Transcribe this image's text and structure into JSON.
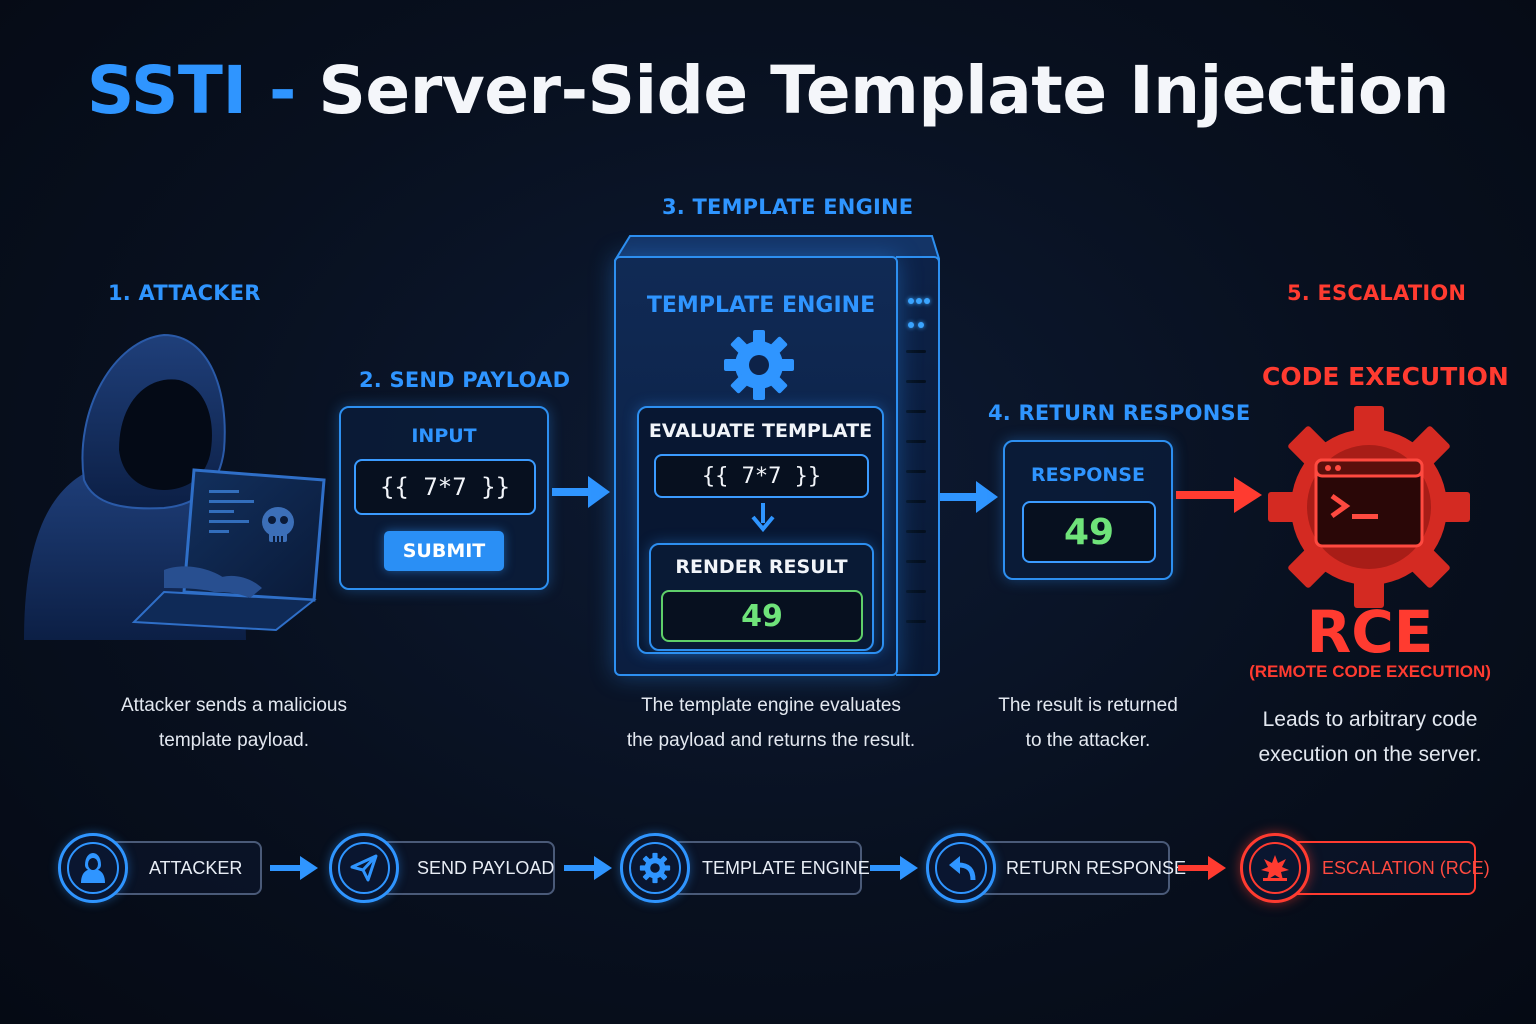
{
  "title": {
    "accent": "SSTI",
    "dash": "-",
    "main": "Server-Side Template Injection"
  },
  "steps": {
    "attacker": {
      "label": "1. ATTACKER",
      "caption_line1": "Attacker sends a malicious",
      "caption_line2": "template payload."
    },
    "payload": {
      "label": "2. SEND PAYLOAD",
      "panel_title": "INPUT",
      "input_value": "{{ 7*7 }}",
      "submit_label": "SUBMIT"
    },
    "engine": {
      "label": "3. TEMPLATE ENGINE",
      "panel_title": "TEMPLATE ENGINE",
      "evaluate_title": "EVALUATE TEMPLATE",
      "evaluate_value": "{{ 7*7 }}",
      "render_title": "RENDER RESULT",
      "render_value": "49",
      "caption_line1": "The template engine evaluates",
      "caption_line2": "the payload and returns the result."
    },
    "response": {
      "label": "4. RETURN RESPONSE",
      "panel_title": "RESPONSE",
      "value": "49",
      "caption_line1": "The result is returned",
      "caption_line2": "to the attacker."
    },
    "escalation": {
      "label": "5. ESCALATION",
      "heading": "CODE EXECUTION",
      "big": "RCE",
      "sub": "(REMOTE CODE EXECUTION)",
      "caption_line1": "Leads to arbitrary code",
      "caption_line2": "execution on the server."
    }
  },
  "flow": [
    {
      "label": "ATTACKER",
      "icon": "user-icon"
    },
    {
      "label": "SEND PAYLOAD",
      "icon": "paper-plane-icon"
    },
    {
      "label": "TEMPLATE ENGINE",
      "icon": "gear-icon"
    },
    {
      "label": "RETURN RESPONSE",
      "icon": "reply-icon"
    },
    {
      "label": "ESCALATION (RCE)",
      "icon": "explosion-icon"
    }
  ],
  "colors": {
    "accent_blue": "#2f95ff",
    "danger_red": "#ff3b30",
    "result_green": "#6fe37a",
    "background": "#08101f"
  }
}
